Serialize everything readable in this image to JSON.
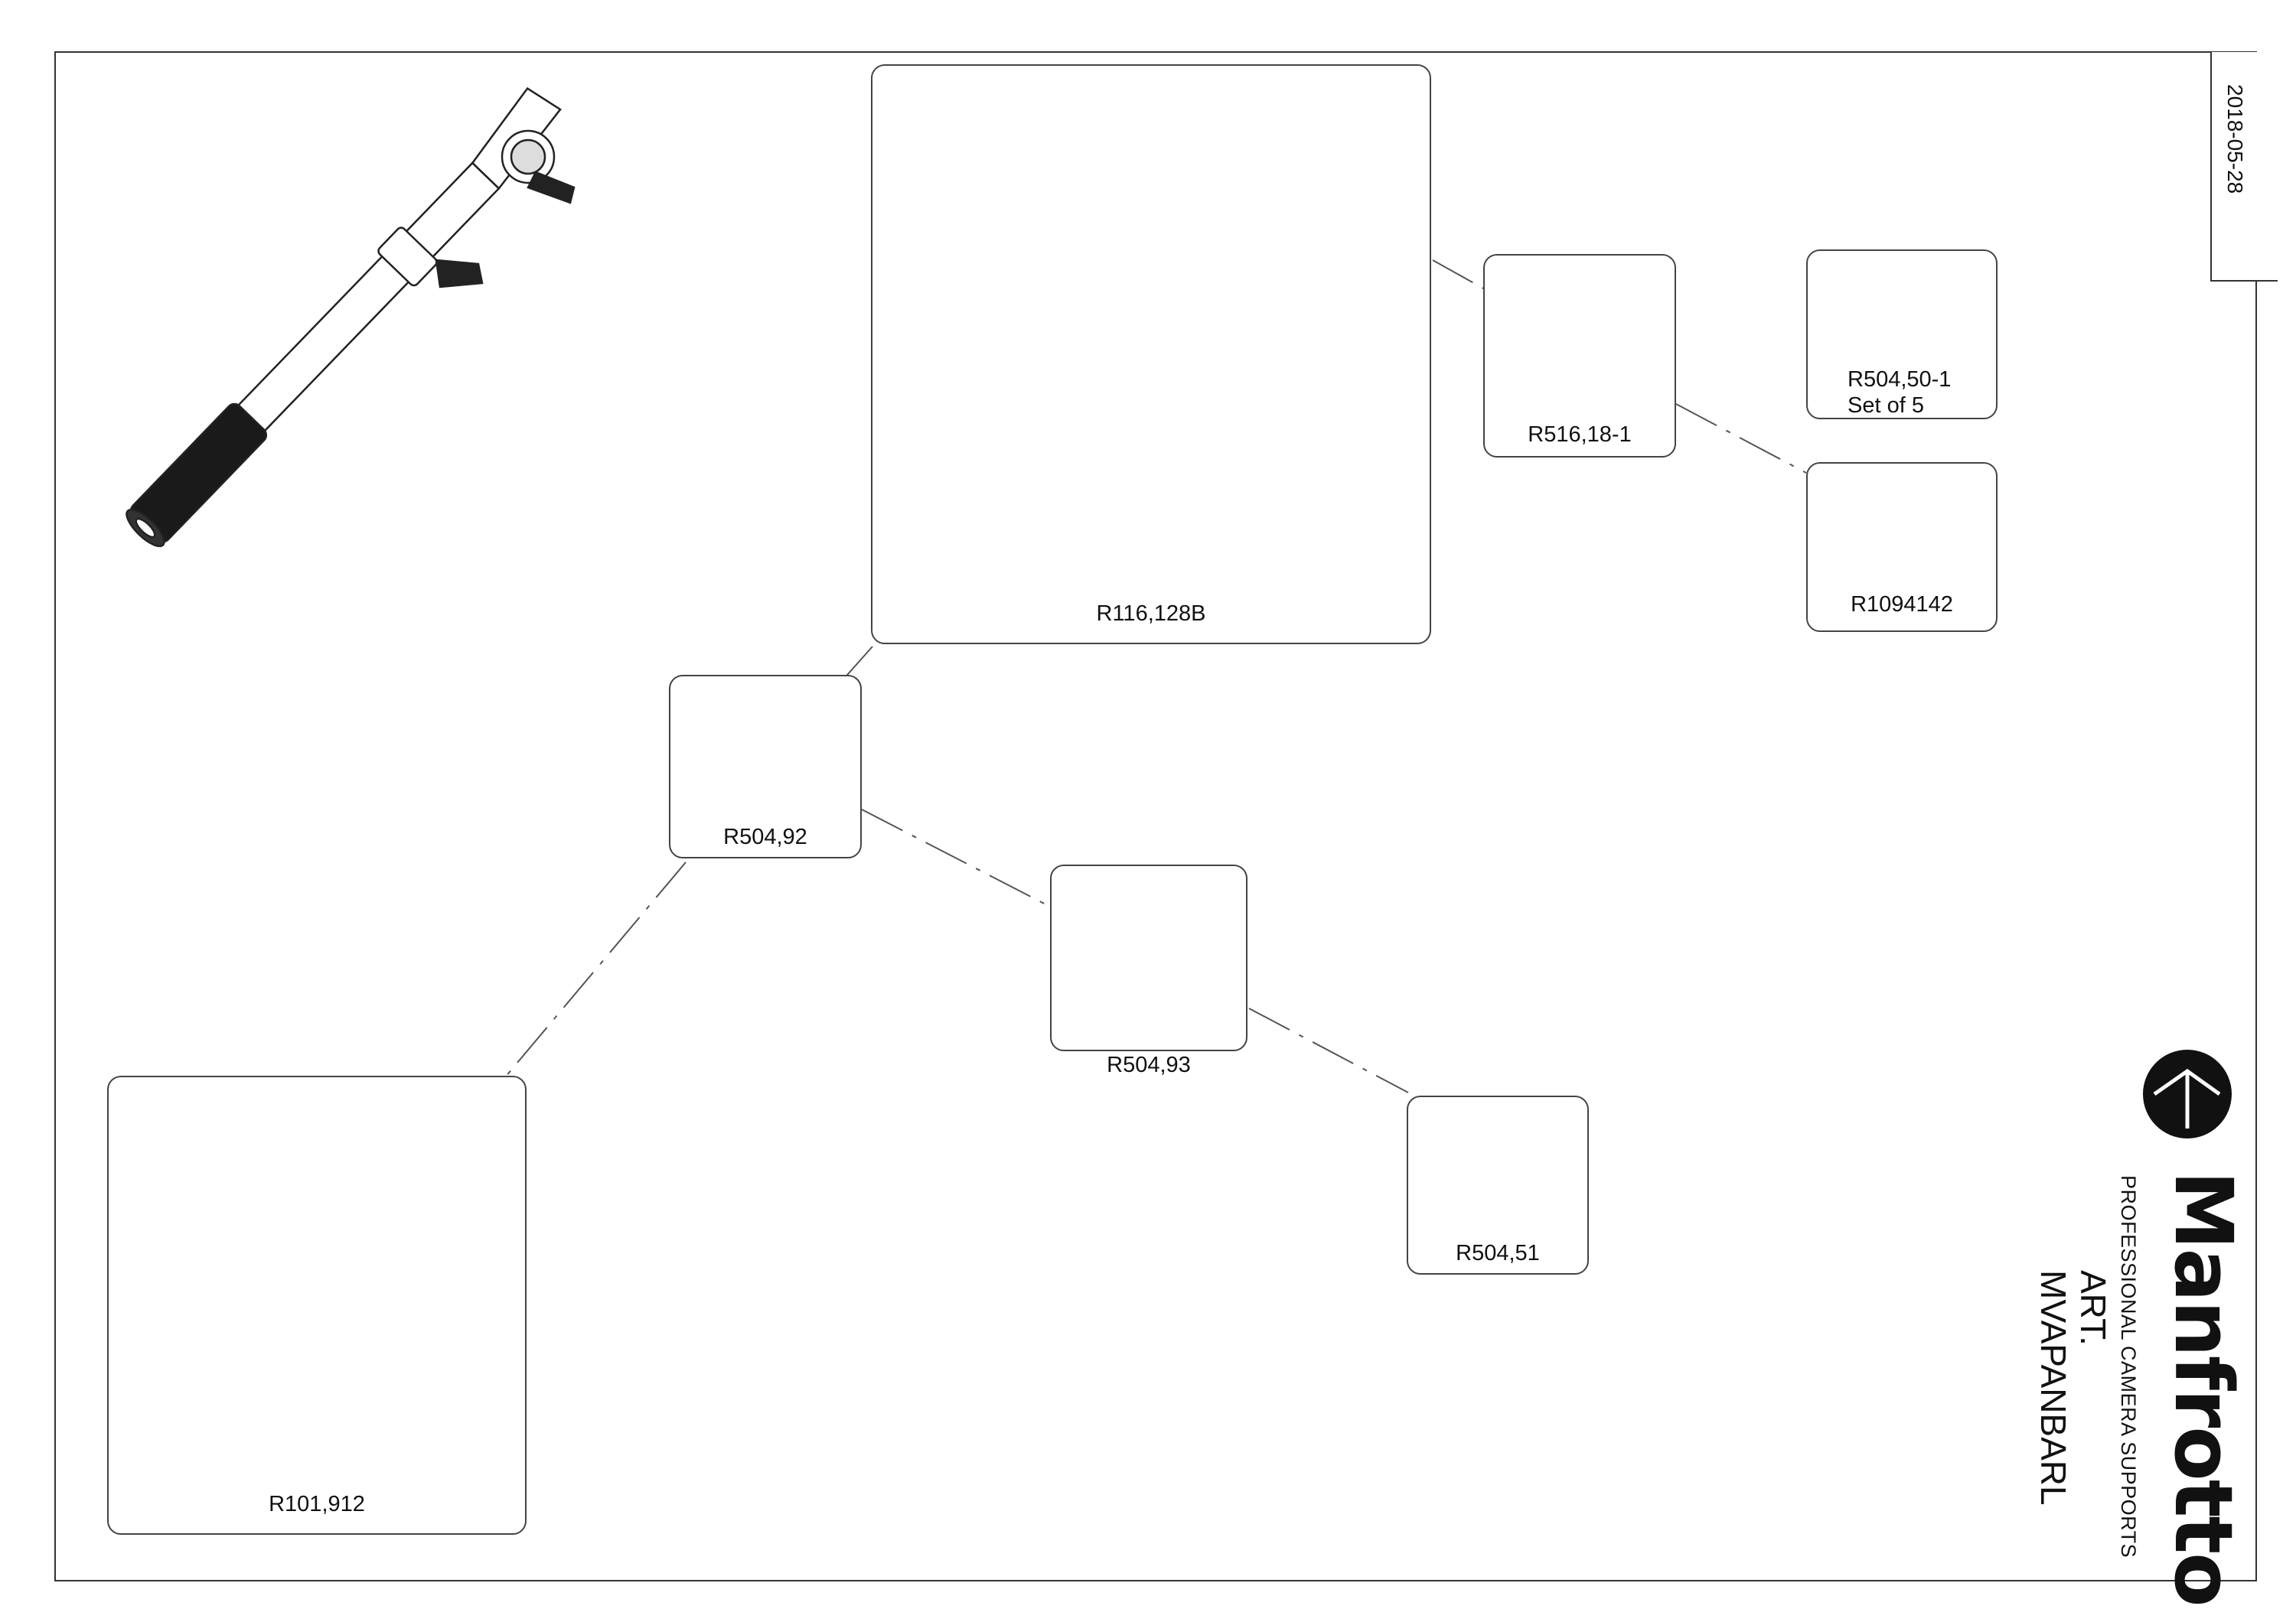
{
  "date": "2018-05-28",
  "brand": {
    "name": "Manfrotto",
    "tagline": "PROFESSIONAL CAMERA SUPPORTS"
  },
  "article": {
    "prefix": "ART.",
    "code": "MVAPANBARL"
  },
  "parts": {
    "bar": "R116,128B",
    "knob_hub": "R516,18-1",
    "lever_set": "R504,50-1",
    "lever_set_note": "Set of 5",
    "lever_bolt": "R1094142",
    "clamp": "R504,92",
    "screw_kit": "R504,93",
    "lever": "R504,51",
    "grip": "R101,912"
  },
  "icons": {
    "logo": "manfrotto-logo-icon"
  }
}
